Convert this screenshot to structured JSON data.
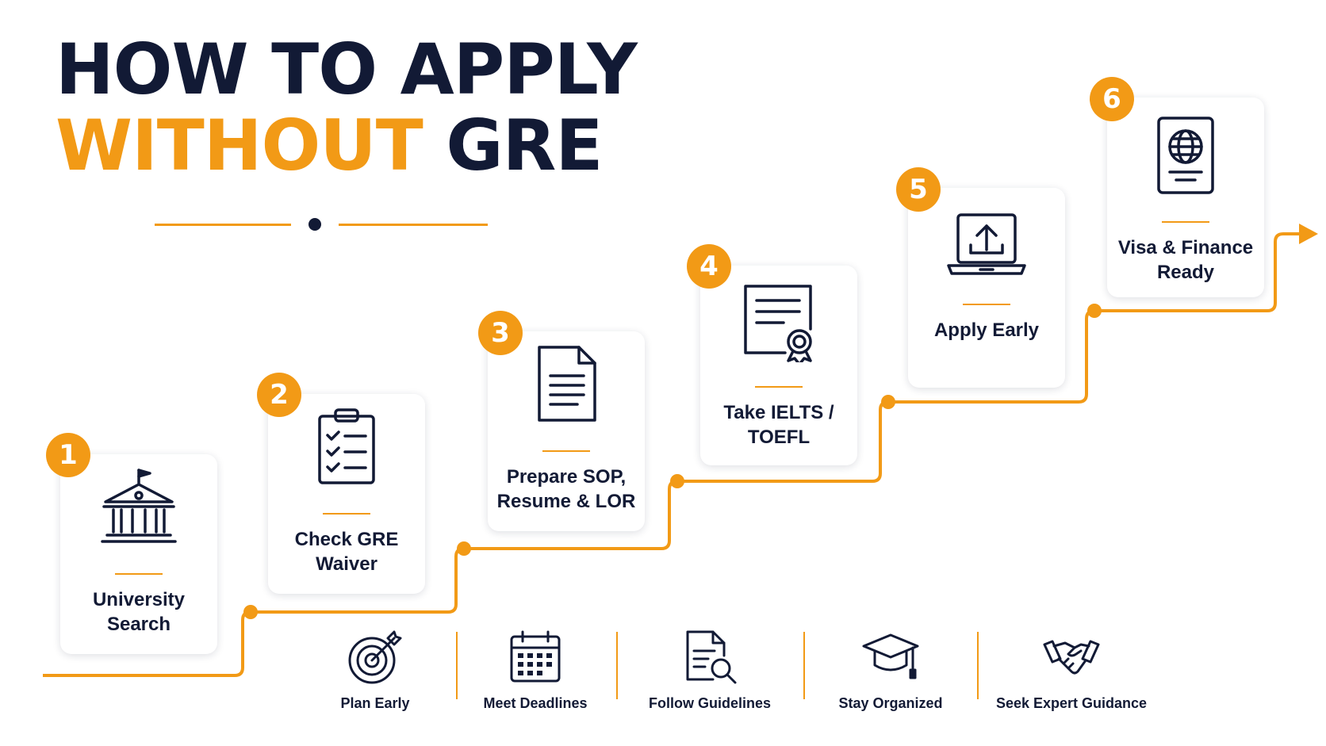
{
  "title": {
    "line1": "HOW TO APPLY",
    "line2_accent": "WITHOUT",
    "line2_rest": "GRE"
  },
  "colors": {
    "navy": "#121a35",
    "accent": "#f29a16",
    "background": "#ffffff"
  },
  "steps": [
    {
      "number": "1",
      "label": "University Search",
      "icon": "university-building-icon"
    },
    {
      "number": "2",
      "label": "Check GRE Waiver",
      "icon": "clipboard-checklist-icon"
    },
    {
      "number": "3",
      "label": "Prepare SOP, Resume & LOR",
      "icon": "document-icon"
    },
    {
      "number": "4",
      "label": "Take IELTS / TOEFL",
      "icon": "certificate-icon"
    },
    {
      "number": "5",
      "label": "Apply Early",
      "icon": "laptop-upload-icon"
    },
    {
      "number": "6",
      "label": "Visa & Finance Ready",
      "icon": "passport-icon"
    }
  ],
  "tips": [
    {
      "label": "Plan Early",
      "icon": "target-icon"
    },
    {
      "label": "Meet Deadlines",
      "icon": "calendar-icon"
    },
    {
      "label": "Follow Guidelines",
      "icon": "document-search-icon"
    },
    {
      "label": "Stay Organized",
      "icon": "graduation-cap-icon"
    },
    {
      "label": "Seek Expert Guidance",
      "icon": "handshake-icon"
    }
  ]
}
